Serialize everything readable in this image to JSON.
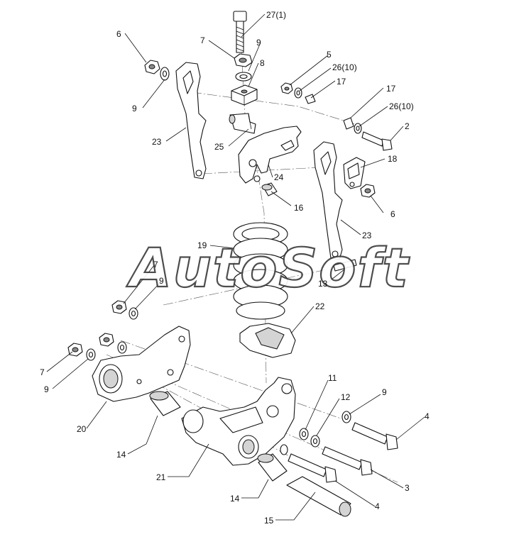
{
  "watermark": "AutoSoft",
  "callouts": [
    {
      "id": "c-27",
      "label": "27(1)"
    },
    {
      "id": "c-6a",
      "label": "6"
    },
    {
      "id": "c-7a",
      "label": "7"
    },
    {
      "id": "c-9a",
      "label": "9"
    },
    {
      "id": "c-8",
      "label": "8"
    },
    {
      "id": "c-9b",
      "label": "9"
    },
    {
      "id": "c-5",
      "label": "5"
    },
    {
      "id": "c-26a",
      "label": "26(10)"
    },
    {
      "id": "c-17a",
      "label": "17"
    },
    {
      "id": "c-17b",
      "label": "17"
    },
    {
      "id": "c-26b",
      "label": "26(10)"
    },
    {
      "id": "c-2",
      "label": "2"
    },
    {
      "id": "c-23a",
      "label": "23"
    },
    {
      "id": "c-25",
      "label": "25"
    },
    {
      "id": "c-24",
      "label": "24"
    },
    {
      "id": "c-18",
      "label": "18"
    },
    {
      "id": "c-16",
      "label": "16"
    },
    {
      "id": "c-6b",
      "label": "6"
    },
    {
      "id": "c-23b",
      "label": "23"
    },
    {
      "id": "c-19",
      "label": "19"
    },
    {
      "id": "c-7b",
      "label": "7"
    },
    {
      "id": "c-9c",
      "label": "9"
    },
    {
      "id": "c-13",
      "label": "13"
    },
    {
      "id": "c-22",
      "label": "22"
    },
    {
      "id": "c-7c",
      "label": "7"
    },
    {
      "id": "c-9d",
      "label": "9"
    },
    {
      "id": "c-20",
      "label": "20"
    },
    {
      "id": "c-11",
      "label": "11"
    },
    {
      "id": "c-12",
      "label": "12"
    },
    {
      "id": "c-9e",
      "label": "9"
    },
    {
      "id": "c-4a",
      "label": "4"
    },
    {
      "id": "c-14a",
      "label": "14"
    },
    {
      "id": "c-21",
      "label": "21"
    },
    {
      "id": "c-14b",
      "label": "14"
    },
    {
      "id": "c-3",
      "label": "3"
    },
    {
      "id": "c-4b",
      "label": "4"
    },
    {
      "id": "c-15",
      "label": "15"
    }
  ]
}
